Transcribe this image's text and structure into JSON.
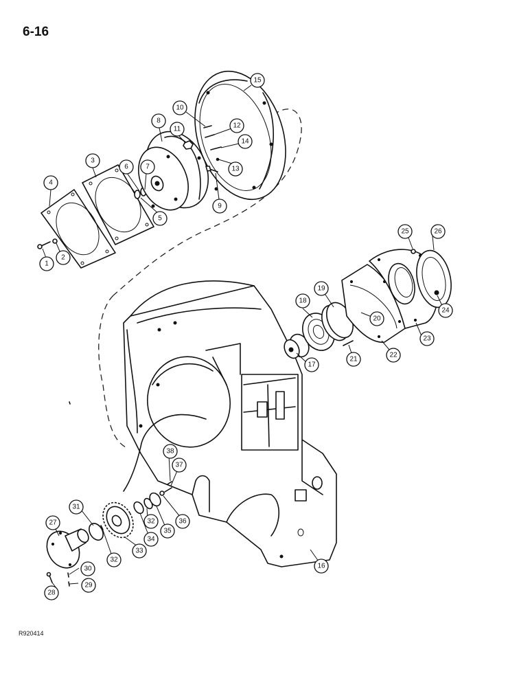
{
  "page": {
    "page_number": "6-16",
    "figure_code": "R920414"
  },
  "callouts": [
    "1",
    "2",
    "3",
    "4",
    "5",
    "6",
    "7",
    "8",
    "9",
    "10",
    "11",
    "12",
    "13",
    "14",
    "15",
    "16",
    "17",
    "18",
    "19",
    "20",
    "21",
    "22",
    "23",
    "24",
    "25",
    "26",
    "27",
    "28",
    "29",
    "30",
    "31",
    "32",
    "32",
    "33",
    "34",
    "35",
    "36",
    "37",
    "38"
  ]
}
